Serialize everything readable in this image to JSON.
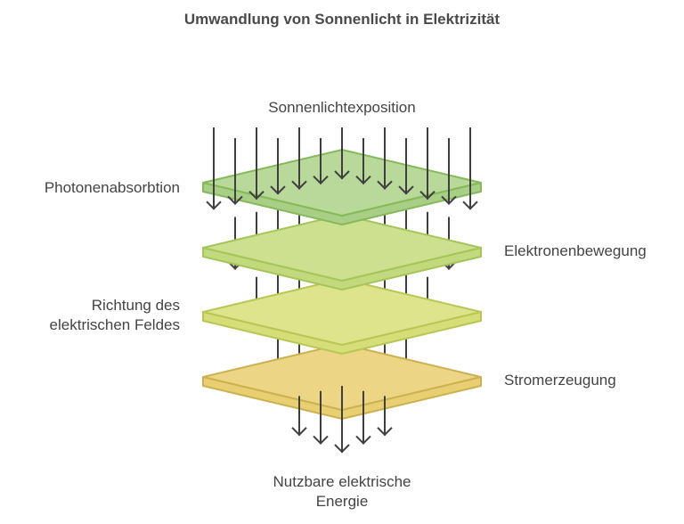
{
  "title": "Umwandlung von Sonnenlicht in Elektrizität",
  "top_label": "Sonnenlichtexposition",
  "bottom_label_line1": "Nutzbare elektrische",
  "bottom_label_line2": "Energie",
  "layers": [
    {
      "name": "Photonenabsorbtion",
      "side": "left",
      "lines": [
        "Photonenabsorbtion"
      ],
      "fill": "#b8d99a",
      "side_fill": "#a9cf86",
      "stroke": "#86b95a"
    },
    {
      "name": "Elektronenbewegung",
      "side": "right",
      "lines": [
        "Elektronenbewegung"
      ],
      "fill": "#cde08f",
      "side_fill": "#c2d97e",
      "stroke": "#a5c559"
    },
    {
      "name": "Richtung des elektrischen Feldes",
      "side": "left",
      "lines": [
        "Richtung des",
        "elektrischen Feldes"
      ],
      "fill": "#dde48b",
      "side_fill": "#d5de78",
      "stroke": "#b9c656"
    },
    {
      "name": "Stromerzeugung",
      "side": "right",
      "lines": [
        "Stromerzeugung"
      ],
      "fill": "#ecd686",
      "side_fill": "#e7cf72",
      "stroke": "#cdb050"
    }
  ],
  "arrow_color": "#3f3f3f"
}
